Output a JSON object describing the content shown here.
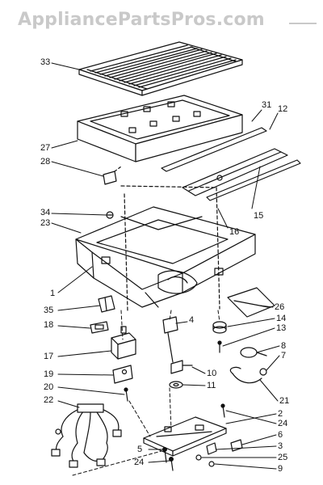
{
  "watermark": "AppliancePartsPros.com",
  "callouts": {
    "c33": "33",
    "c31": "31",
    "c12": "12",
    "c27": "27",
    "c28": "28",
    "c34": "34",
    "c23": "23",
    "c16": "16",
    "c15": "15",
    "c1": "1",
    "c26": "26",
    "c35": "35",
    "c4": "4",
    "c14": "14",
    "c13": "13",
    "c18": "18",
    "c17": "17",
    "c8": "8",
    "c7": "7",
    "c10": "10",
    "c19": "19",
    "c11": "11",
    "c20": "20",
    "c22": "22",
    "c21": "21",
    "c2": "2",
    "c24a": "24",
    "c6": "6",
    "c3": "3",
    "c5": "5",
    "c25": "25",
    "c24b": "24",
    "c9": "9"
  }
}
